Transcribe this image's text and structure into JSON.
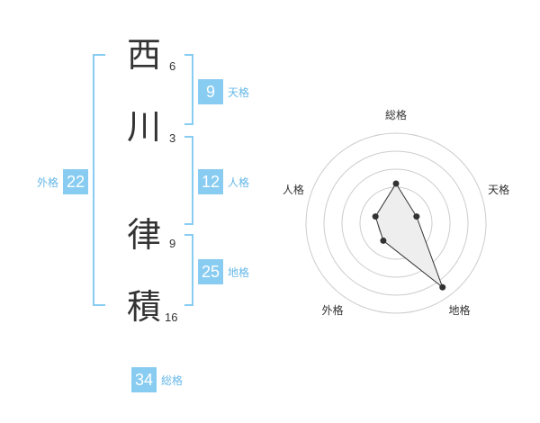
{
  "name": {
    "chars": [
      {
        "char": "西",
        "strokes": "6"
      },
      {
        "char": "川",
        "strokes": "3"
      },
      {
        "char": "律",
        "strokes": "9"
      },
      {
        "char": "積",
        "strokes": "16"
      }
    ]
  },
  "fortune": {
    "tenkaku": {
      "value": "9",
      "label": "天格"
    },
    "jinkaku": {
      "value": "12",
      "label": "人格"
    },
    "chikaku": {
      "value": "25",
      "label": "地格"
    },
    "gaikaku": {
      "value": "22",
      "label": "外格"
    },
    "soukaku": {
      "value": "34",
      "label": "総格"
    }
  },
  "colors": {
    "accent": "#88ccf2",
    "accent_text": "#66b8e8",
    "text": "#333333",
    "ring": "#cccccc",
    "area_fill": "#eeeeee"
  },
  "chart_data": {
    "type": "radar",
    "axes": [
      "総格",
      "天格",
      "地格",
      "外格",
      "人格"
    ],
    "values": [
      2.2,
      1.2,
      4.4,
      1.2,
      1.2
    ],
    "rmax": 5,
    "rings": 5
  }
}
